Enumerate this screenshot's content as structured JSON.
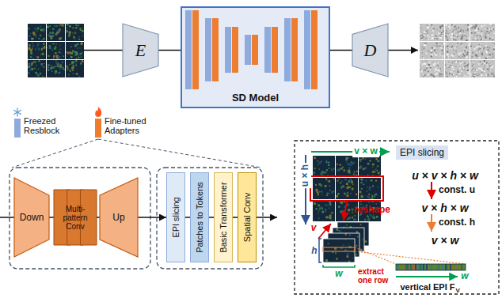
{
  "diagram": {
    "nodes": [
      {
        "text": [
          "E"
        ]
      },
      {
        "text": [
          "SD Model"
        ]
      },
      {
        "text": [
          "D"
        ]
      },
      {
        "text": [
          "Down"
        ]
      },
      {
        "text": [
          "Multi-pattern Conv"
        ]
      },
      {
        "text": [
          "Up"
        ]
      },
      {
        "text": [
          "EPI slicing"
        ]
      },
      {
        "text": [
          "Patches to Tokens"
        ]
      },
      {
        "text": [
          "Basic Transformer"
        ]
      },
      {
        "text": [
          "Spatial Conv"
        ]
      },
      {
        "text": [
          "EPI slicing"
        ]
      }
    ],
    "edges": [
      {
        "from": 0,
        "to": 1,
        "arrow": "none"
      },
      {
        "from": 1,
        "to": 2,
        "arrow": "none"
      },
      {
        "from": 3,
        "to": 4,
        "arrow": "none"
      },
      {
        "from": 4,
        "to": 5,
        "arrow": "none"
      },
      {
        "from": 5,
        "to": 6,
        "arrow": "to"
      },
      {
        "from": 6,
        "to": 7,
        "arrow": "none"
      },
      {
        "from": 7,
        "to": 8,
        "arrow": "none"
      },
      {
        "from": 8,
        "to": 9,
        "arrow": "none"
      }
    ],
    "labels": [
      "v × w",
      "u × h",
      "u × v × h × w",
      "const. u",
      "v × h × w",
      "const. h",
      "v × w",
      "reshape",
      "v",
      "h",
      "w",
      "extract one row",
      "vertical EPI F",
      "V",
      "w"
    ],
    "legend": [
      {
        "text": "Freezed Resblock",
        "color": "#8FAADC"
      },
      {
        "text": "Fine-tuned Adapters",
        "color": "#ED7D31"
      }
    ]
  }
}
